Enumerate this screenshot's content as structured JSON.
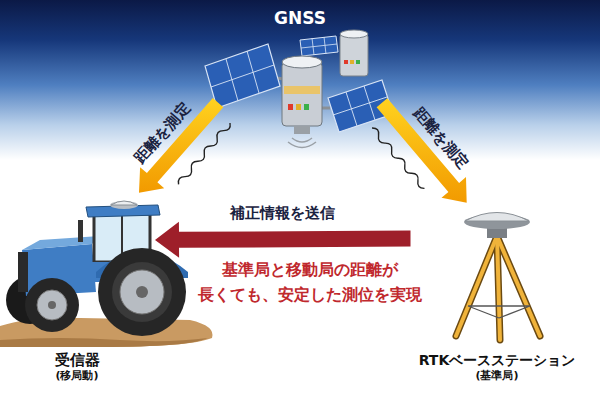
{
  "diagram": {
    "nodes": [
      {
        "text": [
          "GNSS"
        ]
      },
      {
        "text": [
          "受信器",
          "(移局動)"
        ]
      },
      {
        "text": [
          "RTKベースステーション",
          "(基準局)"
        ]
      }
    ],
    "edges": [
      {
        "from": 0,
        "to": 1,
        "arrow": "to",
        "label": "距離を測定"
      },
      {
        "from": 0,
        "to": 2,
        "arrow": "to",
        "label": "距離を測定"
      },
      {
        "from": 2,
        "to": 1,
        "arrow": "to",
        "label": "補正情報を送信"
      }
    ],
    "labels": [
      "基準局と移動局の距離が 長くても、安定した測位を実現"
    ]
  }
}
